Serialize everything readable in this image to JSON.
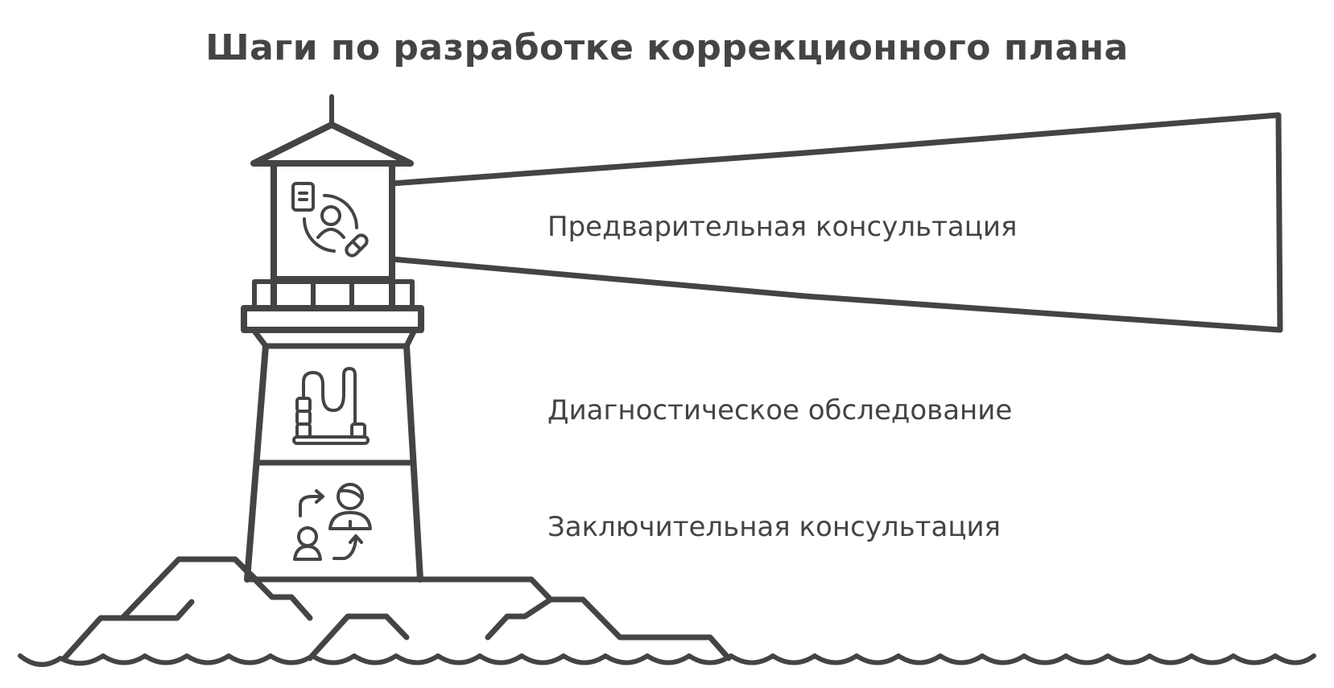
{
  "title": "Шаги по разработке коррекционного плана",
  "colors": {
    "stroke": "#444444",
    "text": "#444444",
    "background": "#ffffff"
  },
  "steps": [
    {
      "label": "Предварительная консультация",
      "icon": "consultation-icon"
    },
    {
      "label": "Диагностическое обследование",
      "icon": "diagnostic-equipment-icon"
    },
    {
      "label": "Заключительная консультация",
      "icon": "referral-exchange-icon"
    }
  ]
}
